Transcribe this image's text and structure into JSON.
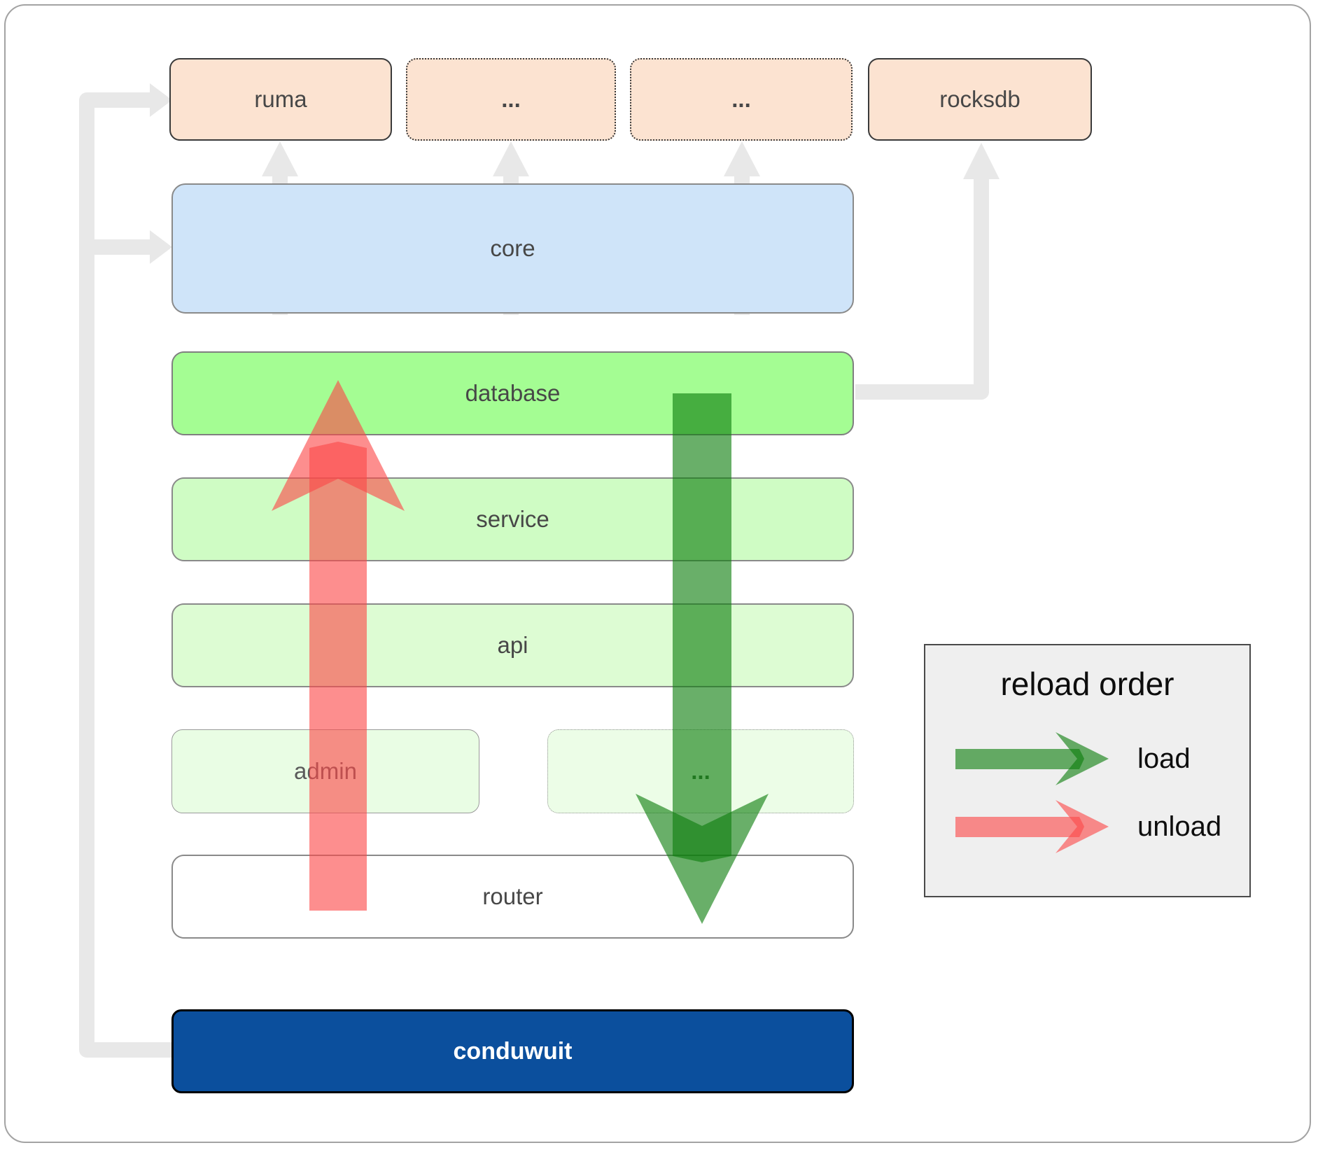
{
  "diagram": {
    "external_row": [
      {
        "id": "ruma",
        "label": "ruma",
        "border_style": "solid"
      },
      {
        "id": "ellipsis1",
        "label": "...",
        "border_style": "dotted"
      },
      {
        "id": "ellipsis2",
        "label": "...",
        "border_style": "dotted"
      },
      {
        "id": "rocksdb",
        "label": "rocksdb",
        "border_style": "solid"
      }
    ],
    "layers": {
      "core": "core",
      "database": "database",
      "service": "service",
      "api": "api",
      "admin": "admin",
      "ellipsis3": "...",
      "router": "router",
      "conduwuit": "conduwuit"
    }
  },
  "legend": {
    "title": "reload order",
    "load_label": "load",
    "unload_label": "unload"
  },
  "colors": {
    "load_arrow_green": "#0d7e0d",
    "unload_arrow_red": "#fc4949",
    "arrow_opacity": "0.62",
    "connector_gray": "#e8e8e8",
    "external_box_peach": "#fce3d1",
    "core_blue": "#cfe4f9",
    "database_green": "#a4fd93",
    "service_green": "#cffcc4",
    "api_green": "#ddfcd3",
    "admin_green": "#e9fde4",
    "ellipsis_box_green": "#ecfde7",
    "router_white": "#ffffff",
    "conduwuit_navy": "#0b4f9d",
    "legend_bg": "#efefef",
    "box_label_text": "#474747"
  }
}
